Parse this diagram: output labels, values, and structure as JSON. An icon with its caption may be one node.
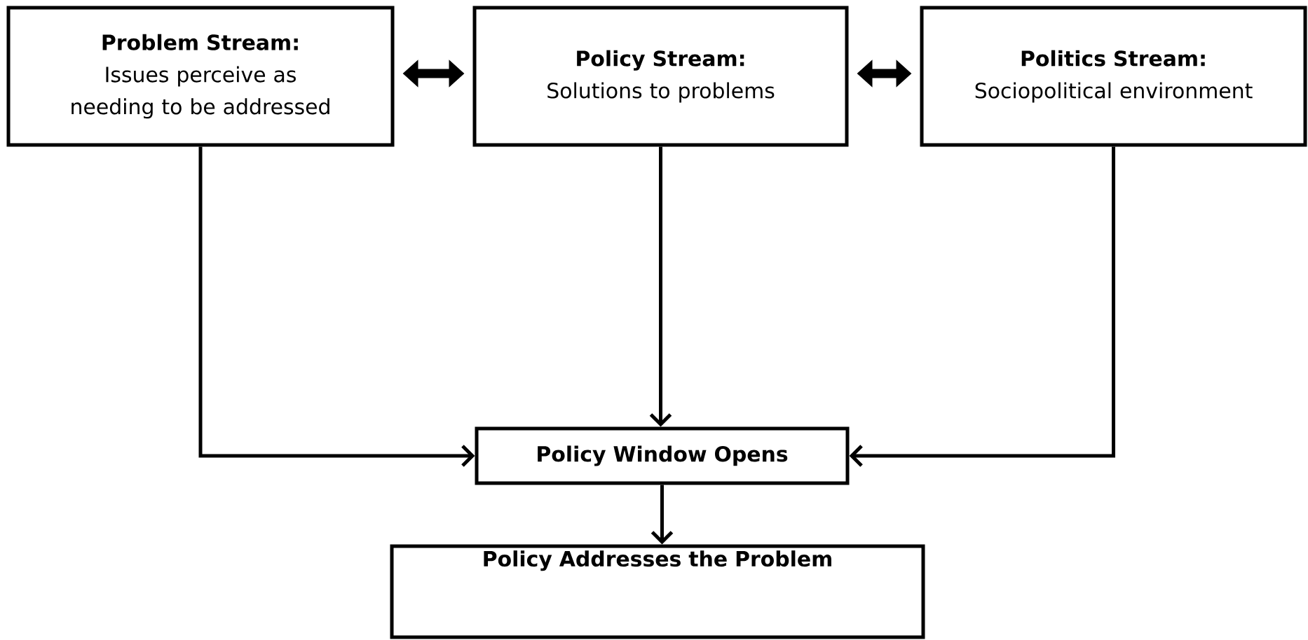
{
  "diagram": {
    "nodes": [
      {
        "text": [
          "Problem Stream:",
          "Issues perceive as needing to be addressed"
        ]
      },
      {
        "text": [
          "Policy Stream:",
          "Solutions to problems"
        ]
      },
      {
        "text": [
          "Politics Stream:",
          "Sociopolitical environment"
        ]
      },
      {
        "text": [
          "Policy Window Opens"
        ]
      },
      {
        "text": [
          "Policy Addresses the Problem"
        ]
      }
    ],
    "edges": [
      {
        "from": 0,
        "to": 1,
        "arrow": "both",
        "style": "thick"
      },
      {
        "from": 1,
        "to": 2,
        "arrow": "both",
        "style": "thick"
      },
      {
        "from": 0,
        "to": 3,
        "arrow": "to"
      },
      {
        "from": 1,
        "to": 3,
        "arrow": "to"
      },
      {
        "from": 2,
        "to": 3,
        "arrow": "to"
      },
      {
        "from": 3,
        "to": 4,
        "arrow": "to"
      }
    ]
  }
}
